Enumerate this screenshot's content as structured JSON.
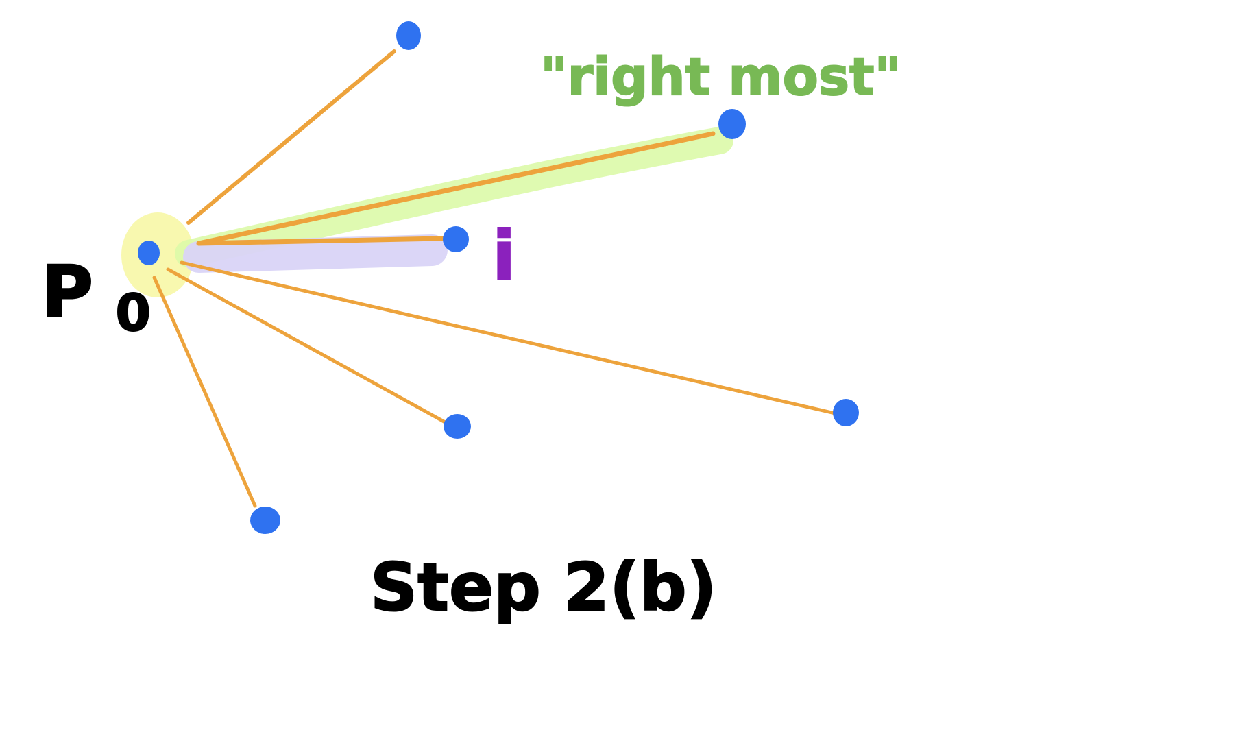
{
  "labels": {
    "origin": "P",
    "origin_subscript": "0",
    "candidate": "i",
    "annotation": "\"right most\"",
    "caption": "Step 2(b)"
  },
  "colors": {
    "point": "#2f72f0",
    "edge": "#eda33c",
    "origin_highlight": "#f7f7a6",
    "rightmost_highlight": "#dcfaa8",
    "candidate_highlight": "#d9d4f7",
    "annotation": "#78b955",
    "candidate_label": "#8b21bd",
    "text": "#000000"
  }
}
